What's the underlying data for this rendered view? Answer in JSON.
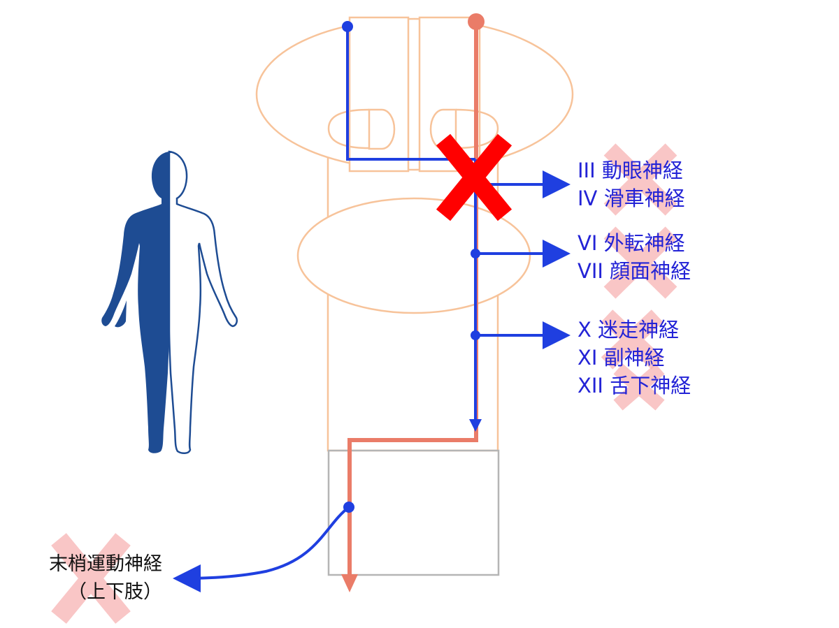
{
  "cranial_nerve_groups": [
    {
      "lines": [
        "III 動眼神経",
        "IV 滑車神経"
      ],
      "impaired": true
    },
    {
      "lines": [
        "VI 外転神経",
        "VII 顔面神経"
      ],
      "impaired": true
    },
    {
      "lines": [
        "X 迷走神経",
        "XI 副神経",
        "XII 舌下神経"
      ],
      "impaired": true
    }
  ],
  "peripheral_nerve": {
    "lines": [
      "末梢運動神経",
      "（上下肢）"
    ],
    "impaired": true
  },
  "colors": {
    "structure_outline": "#f7c39a",
    "spinal_box_outline": "#b5b5b5",
    "left_pathway": "#1f3fe0",
    "right_pathway": "#ea7c68",
    "lesion_mark": "#ff0000",
    "impairment_cross": "#f7b3b3",
    "body_filled_half": "#1e4c93",
    "label_text": "#2323d6"
  }
}
